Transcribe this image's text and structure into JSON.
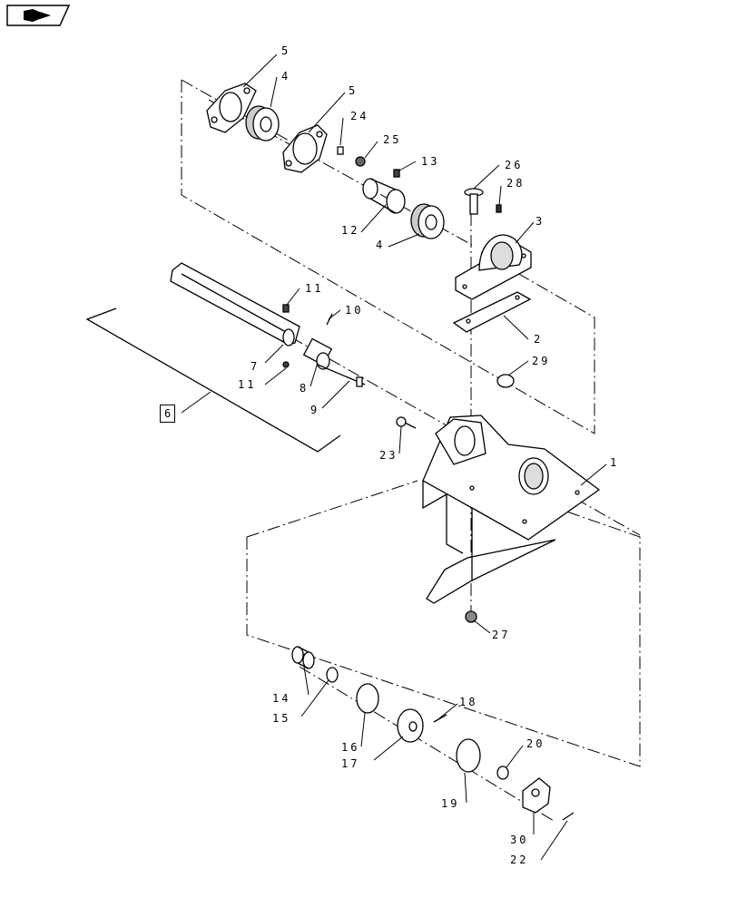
{
  "nav": {
    "icon": "book-arrow-icon"
  },
  "callouts": {
    "c1": "1",
    "c2": "2",
    "c3": "3",
    "c4a": "4",
    "c4b": "4",
    "c5a": "5",
    "c5b": "5",
    "c6": "6",
    "c7": "7",
    "c8": "8",
    "c9": "9",
    "c10": "10",
    "c11a": "11",
    "c11b": "11",
    "c12": "12",
    "c13": "13",
    "c14": "14",
    "c15": "15",
    "c16": "16",
    "c17": "17",
    "c18": "18",
    "c19": "19",
    "c20": "20",
    "c22": "22",
    "c23": "23",
    "c24": "24",
    "c25": "25",
    "c26": "26",
    "c27": "27",
    "c28": "28",
    "c29": "29",
    "c30": "30"
  }
}
